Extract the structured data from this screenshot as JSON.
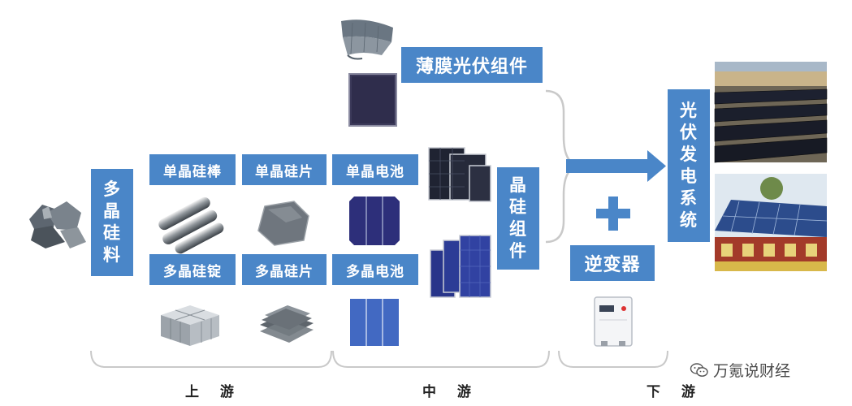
{
  "upstream": {
    "polysilicon_material": "多晶硅料",
    "mono_ingot": "单晶硅棒",
    "mono_wafer": "单晶硅片",
    "poly_ingot": "多晶硅锭",
    "poly_wafer": "多晶硅片",
    "stage_label": "上 游"
  },
  "midstream": {
    "mono_cell": "单晶电池",
    "poly_cell": "多晶电池",
    "thin_film_module": "薄膜光伏组件",
    "crystalline_module": "晶硅组件",
    "stage_label": "中 游"
  },
  "downstream": {
    "plus_sign": "+",
    "inverter": "逆变器",
    "pv_power_system": "光伏发电系统",
    "stage_label": "下 游"
  },
  "watermark": {
    "text": "万氪说财经",
    "icon": "wechat-icon"
  },
  "colors": {
    "box_fill": "#4a86c8",
    "box_text": "#ffffff",
    "arrow": "#4a86c8",
    "bracket": "#c9c9c9"
  }
}
